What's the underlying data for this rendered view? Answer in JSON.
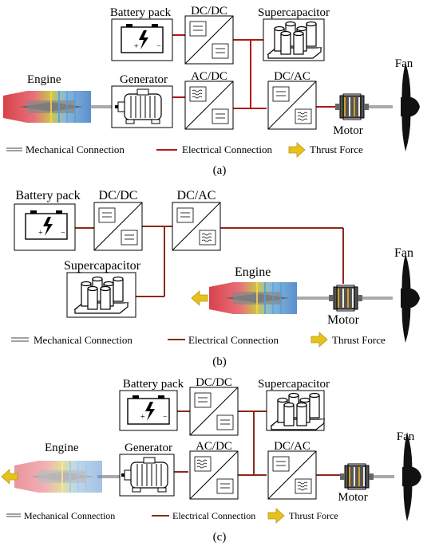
{
  "colors": {
    "electrical_a": "#b01818",
    "electrical_b": "#8a2a1a",
    "thrust": "#e6c21a",
    "engine_red": "#d8424a",
    "engine_blue": "#6aa0d8",
    "fan": "#111111"
  },
  "labels": {
    "battery": "Battery pack",
    "dcdc": "DC/DC",
    "acdc": "AC/DC",
    "dcac": "DC/AC",
    "supercap": "Supercapacitor",
    "engine": "Engine",
    "generator": "Generator",
    "motor": "Motor",
    "fan": "Fan",
    "plus": "+",
    "minus": "−"
  },
  "legend": {
    "mechanical": "Mechanical Connection",
    "electrical": "Electrical Connection",
    "thrust": "Thrust Force"
  },
  "captions": {
    "a": "(a)",
    "b": "(b)",
    "c": "(c)"
  }
}
